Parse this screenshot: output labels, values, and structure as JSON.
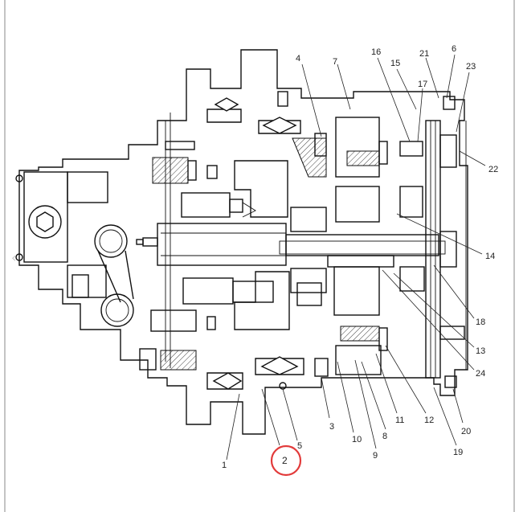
{
  "callouts": [
    {
      "id": "1",
      "label": "1"
    },
    {
      "id": "2",
      "label": "2"
    },
    {
      "id": "3",
      "label": "3"
    },
    {
      "id": "4",
      "label": "4"
    },
    {
      "id": "5",
      "label": "5"
    },
    {
      "id": "6",
      "label": "6"
    },
    {
      "id": "7",
      "label": "7"
    },
    {
      "id": "8",
      "label": "8"
    },
    {
      "id": "9",
      "label": "9"
    },
    {
      "id": "10",
      "label": "10"
    },
    {
      "id": "11",
      "label": "11"
    },
    {
      "id": "12",
      "label": "12"
    },
    {
      "id": "13",
      "label": "13"
    },
    {
      "id": "14",
      "label": "14"
    },
    {
      "id": "15",
      "label": "15"
    },
    {
      "id": "16",
      "label": "16"
    },
    {
      "id": "17",
      "label": "17"
    },
    {
      "id": "18",
      "label": "18"
    },
    {
      "id": "19",
      "label": "19"
    },
    {
      "id": "20",
      "label": "20"
    },
    {
      "id": "21",
      "label": "21"
    },
    {
      "id": "22",
      "label": "22"
    },
    {
      "id": "23",
      "label": "23"
    },
    {
      "id": "24",
      "label": "24"
    }
  ],
  "highlight": {
    "label": "2",
    "color": "#e23b3b"
  },
  "icons": {
    "left_nav": "chevron-left-icon"
  }
}
